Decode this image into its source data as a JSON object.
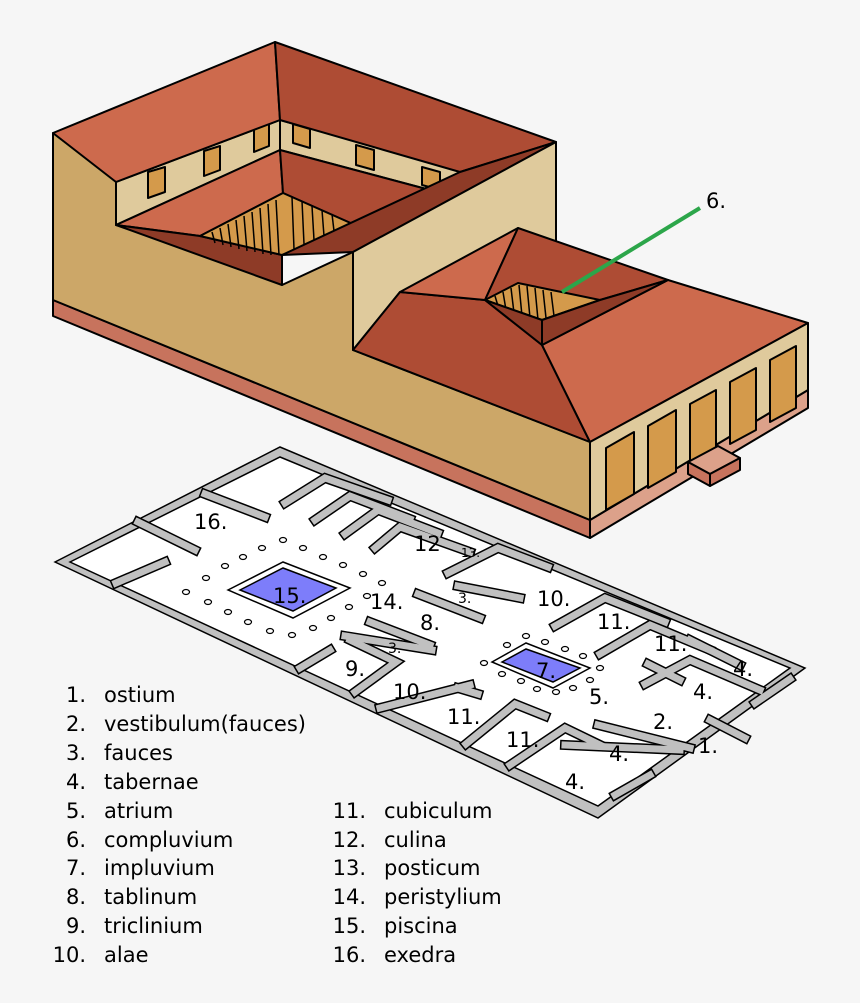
{
  "callout": "6.",
  "plan_labels": {
    "l16": "16.",
    "l12": "12",
    "l13": "13.",
    "l15": "15.",
    "l14": "14.",
    "l3a": "3.",
    "l10a": "10.",
    "l8": "8.",
    "l11a": "11.",
    "l11b": "11.",
    "l3b": "3.",
    "l9": "9.",
    "l7": "7.",
    "l4a": "4.",
    "l4b": "4.",
    "l5": "5.",
    "l10b": "10.",
    "l11c": "11.",
    "l2": "2.",
    "l11d": "11.",
    "l1": "1.",
    "l4c": "4.",
    "l4d": "4."
  },
  "legend": [
    {
      "num": "1.",
      "term": "ostium"
    },
    {
      "num": "2.",
      "term": "vestibulum(fauces)"
    },
    {
      "num": "3.",
      "term": "fauces"
    },
    {
      "num": "4.",
      "term": "tabernae"
    },
    {
      "num": "5.",
      "term": "atrium"
    },
    {
      "num": "6.",
      "term": "compluvium"
    },
    {
      "num": "7.",
      "term": "impluvium"
    },
    {
      "num": "8.",
      "term": "tablinum"
    },
    {
      "num": "9.",
      "term": "triclinium"
    },
    {
      "num": "10.",
      "term": "alae"
    },
    {
      "num": "11.",
      "term": "cubiculum"
    },
    {
      "num": "12.",
      "term": "culina"
    },
    {
      "num": "13.",
      "term": "posticum"
    },
    {
      "num": "14.",
      "term": "peristylium"
    },
    {
      "num": "15.",
      "term": "piscina"
    },
    {
      "num": "16.",
      "term": "exedra"
    }
  ],
  "colors": {
    "roof_light": "#cd6a4d",
    "roof_dark": "#ae4c34",
    "roof_shadow": "#8e3b27",
    "wall_front": "#cca768",
    "wall_light": "#dfca9c",
    "base": "#c7735d",
    "base_light": "#dca18a",
    "door": "#d49a4b",
    "wall_plan": "#c0c0c0",
    "water": "#7d7dfa",
    "callout_line": "#2ca64a"
  }
}
